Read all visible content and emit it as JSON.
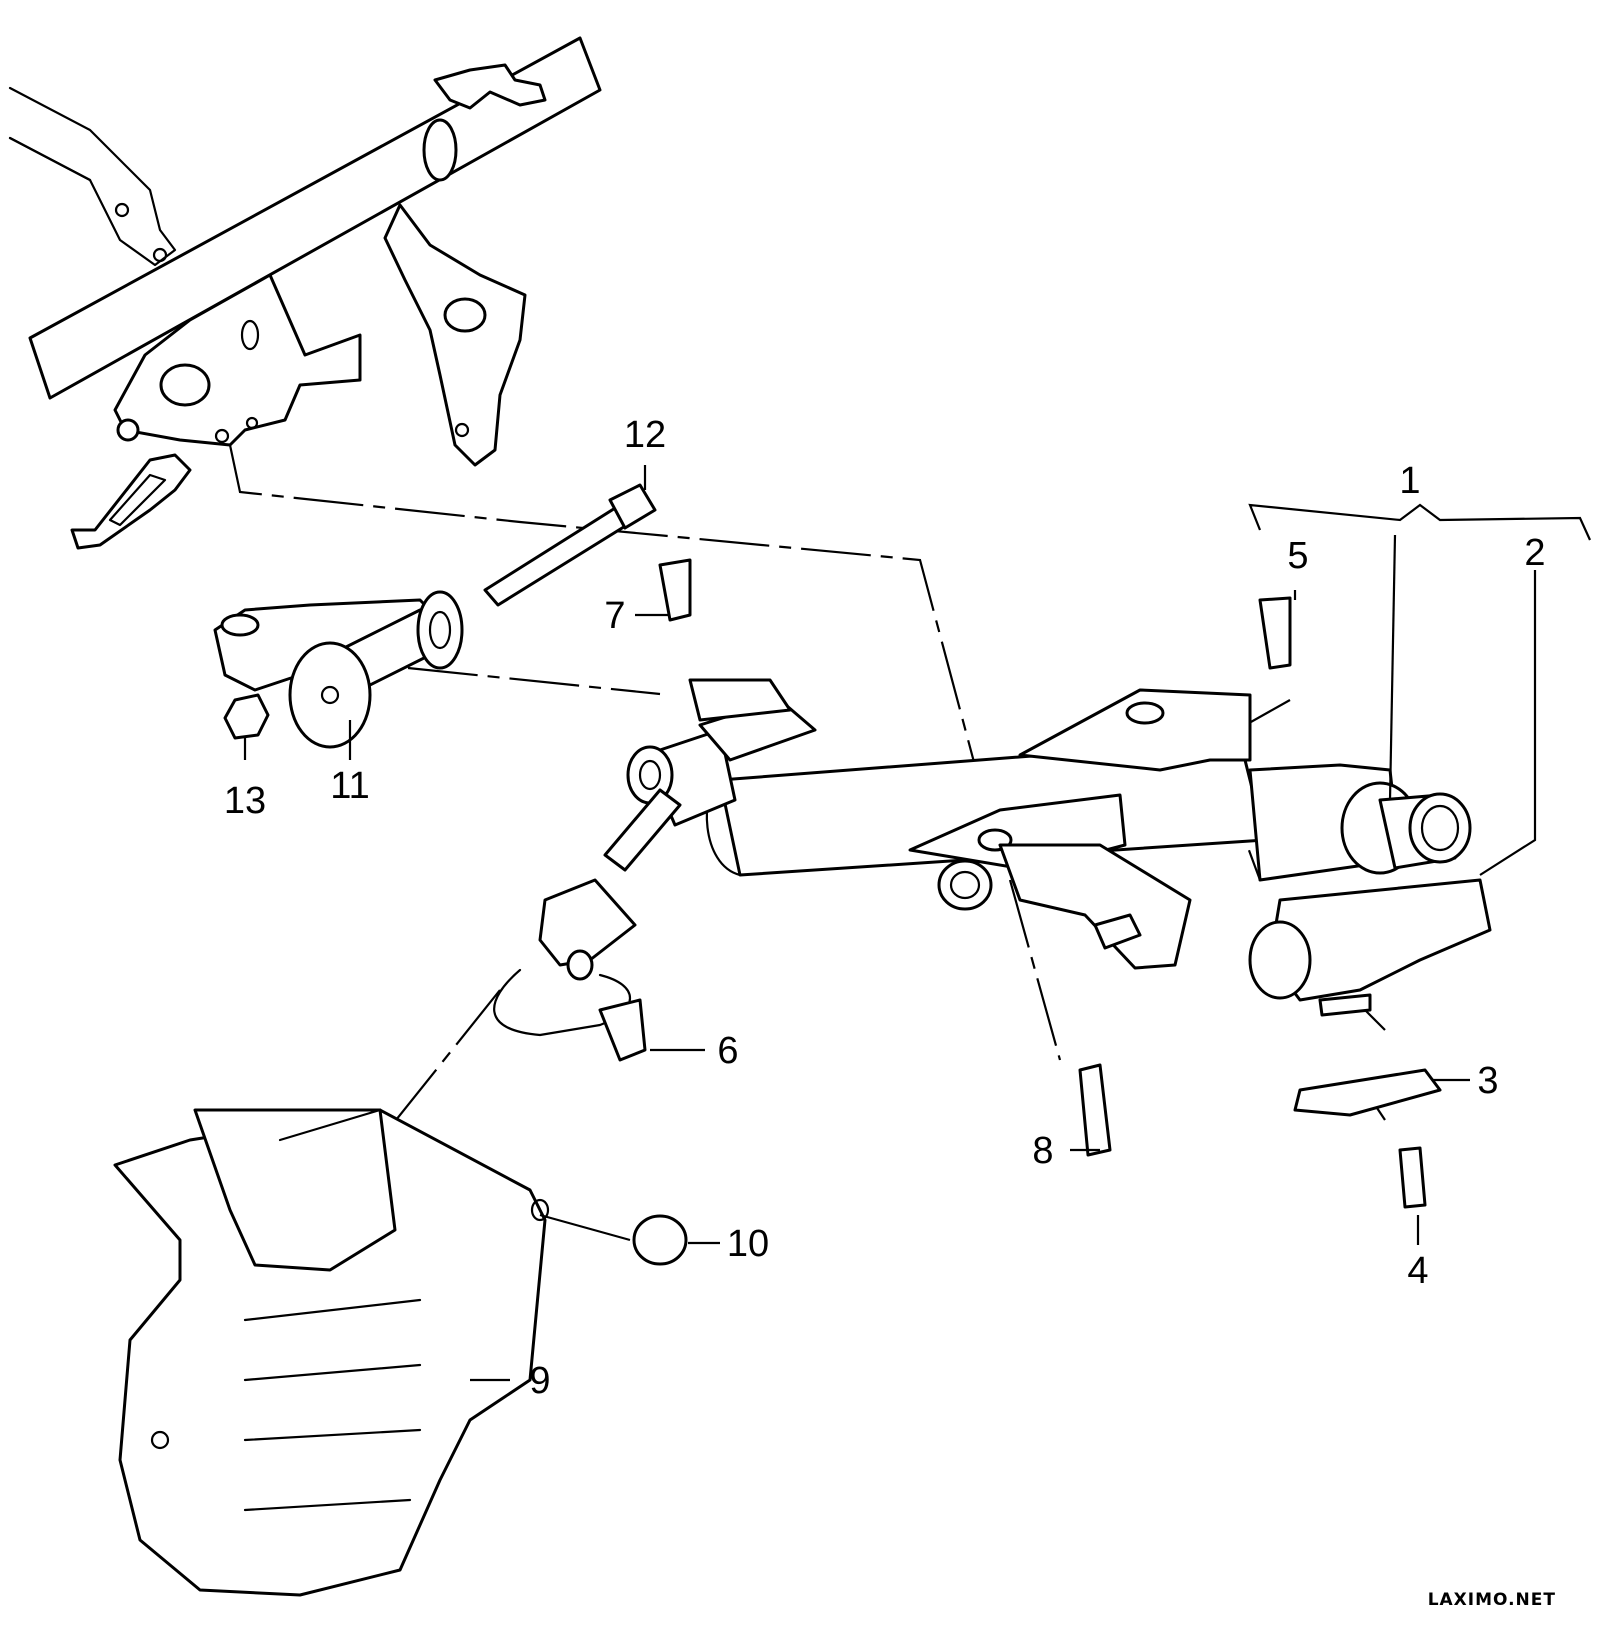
{
  "diagram": {
    "callouts": [
      "1",
      "2",
      "3",
      "4",
      "5",
      "6",
      "7",
      "8",
      "9",
      "10",
      "11",
      "12",
      "13"
    ]
  },
  "watermark": "LAXIMO.NET"
}
